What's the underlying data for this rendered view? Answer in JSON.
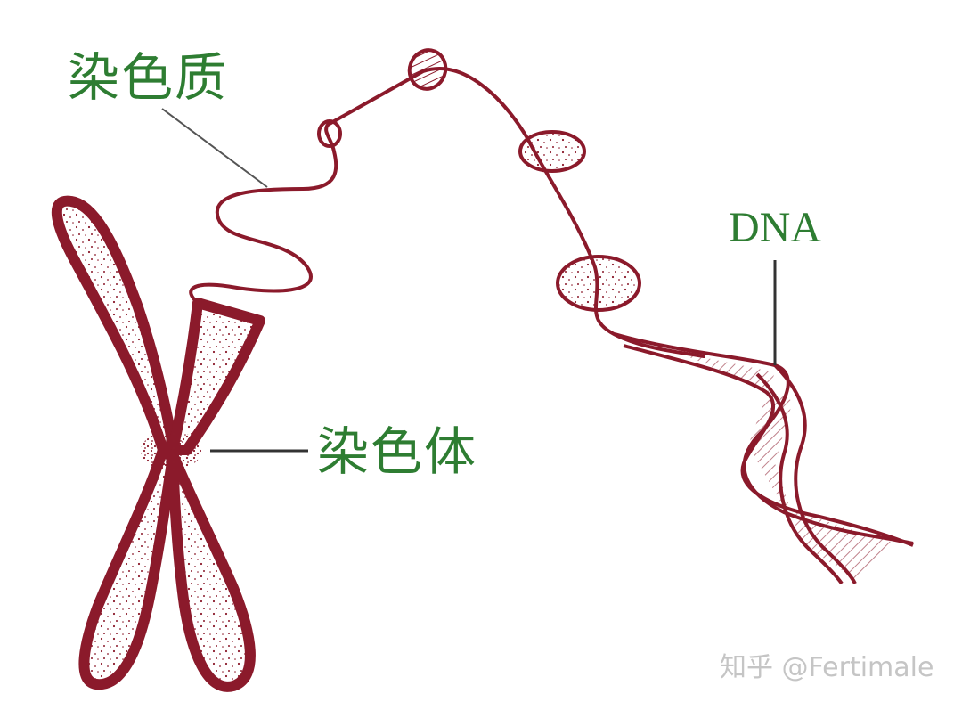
{
  "labels": {
    "chromatin": "染色质",
    "chromosome": "染色体",
    "dna": "DNA"
  },
  "watermark": "知乎 @Fertimale",
  "colors": {
    "drawing": "#8b1a2b",
    "label": "#2e7d32",
    "leader_line": "#555555"
  }
}
